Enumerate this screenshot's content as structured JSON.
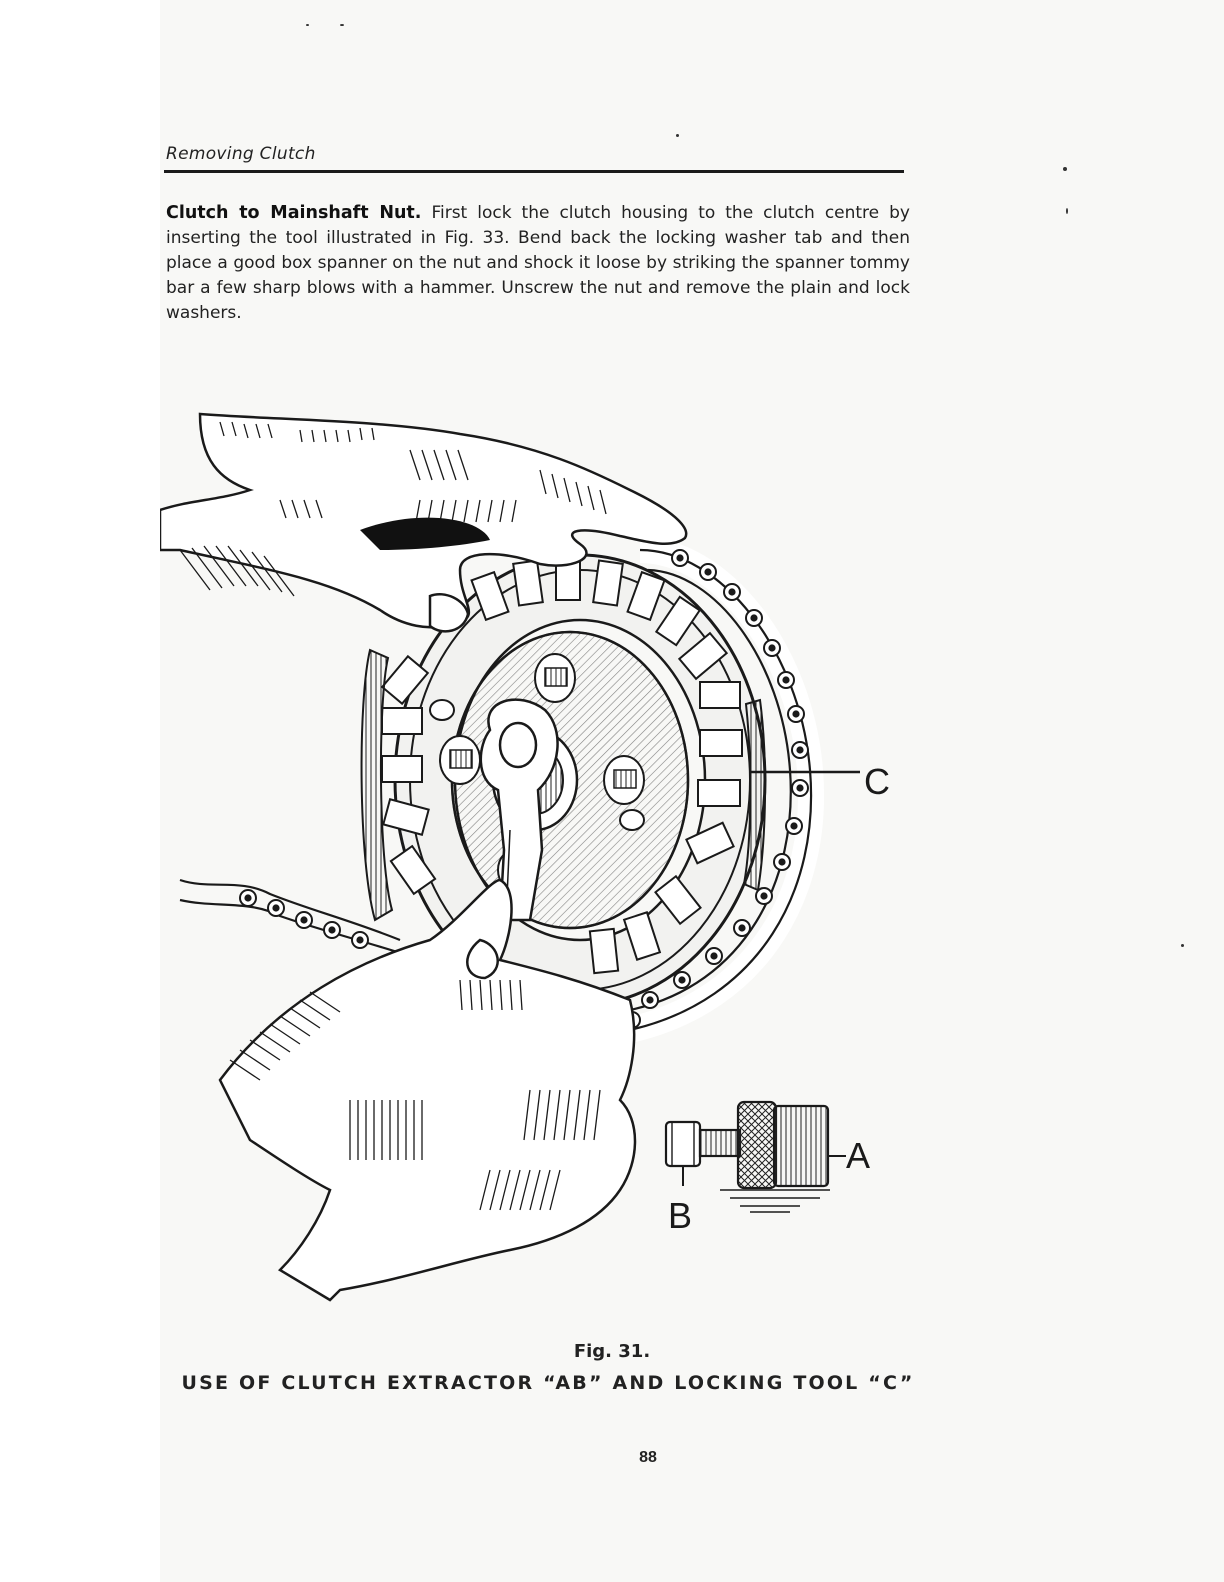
{
  "running_head": "Removing Clutch",
  "section": {
    "heading": "Clutch to Mainshaft Nut.",
    "text": " First lock the clutch housing to the clutch centre by inserting the tool illustrated in Fig. 33. Bend back the locking washer tab and then place a good box spanner on the nut and shock it loose by striking the spanner tommy bar a few sharp blows with a hammer. Unscrew the nut and remove the plain and lock washers."
  },
  "figure": {
    "label_a": "A",
    "label_b": "B",
    "label_c": "C",
    "number": "Fig. 31.",
    "caption": "USE OF CLUTCH EXTRACTOR “AB” AND LOCKING TOOL “C”"
  },
  "page_number": "88"
}
